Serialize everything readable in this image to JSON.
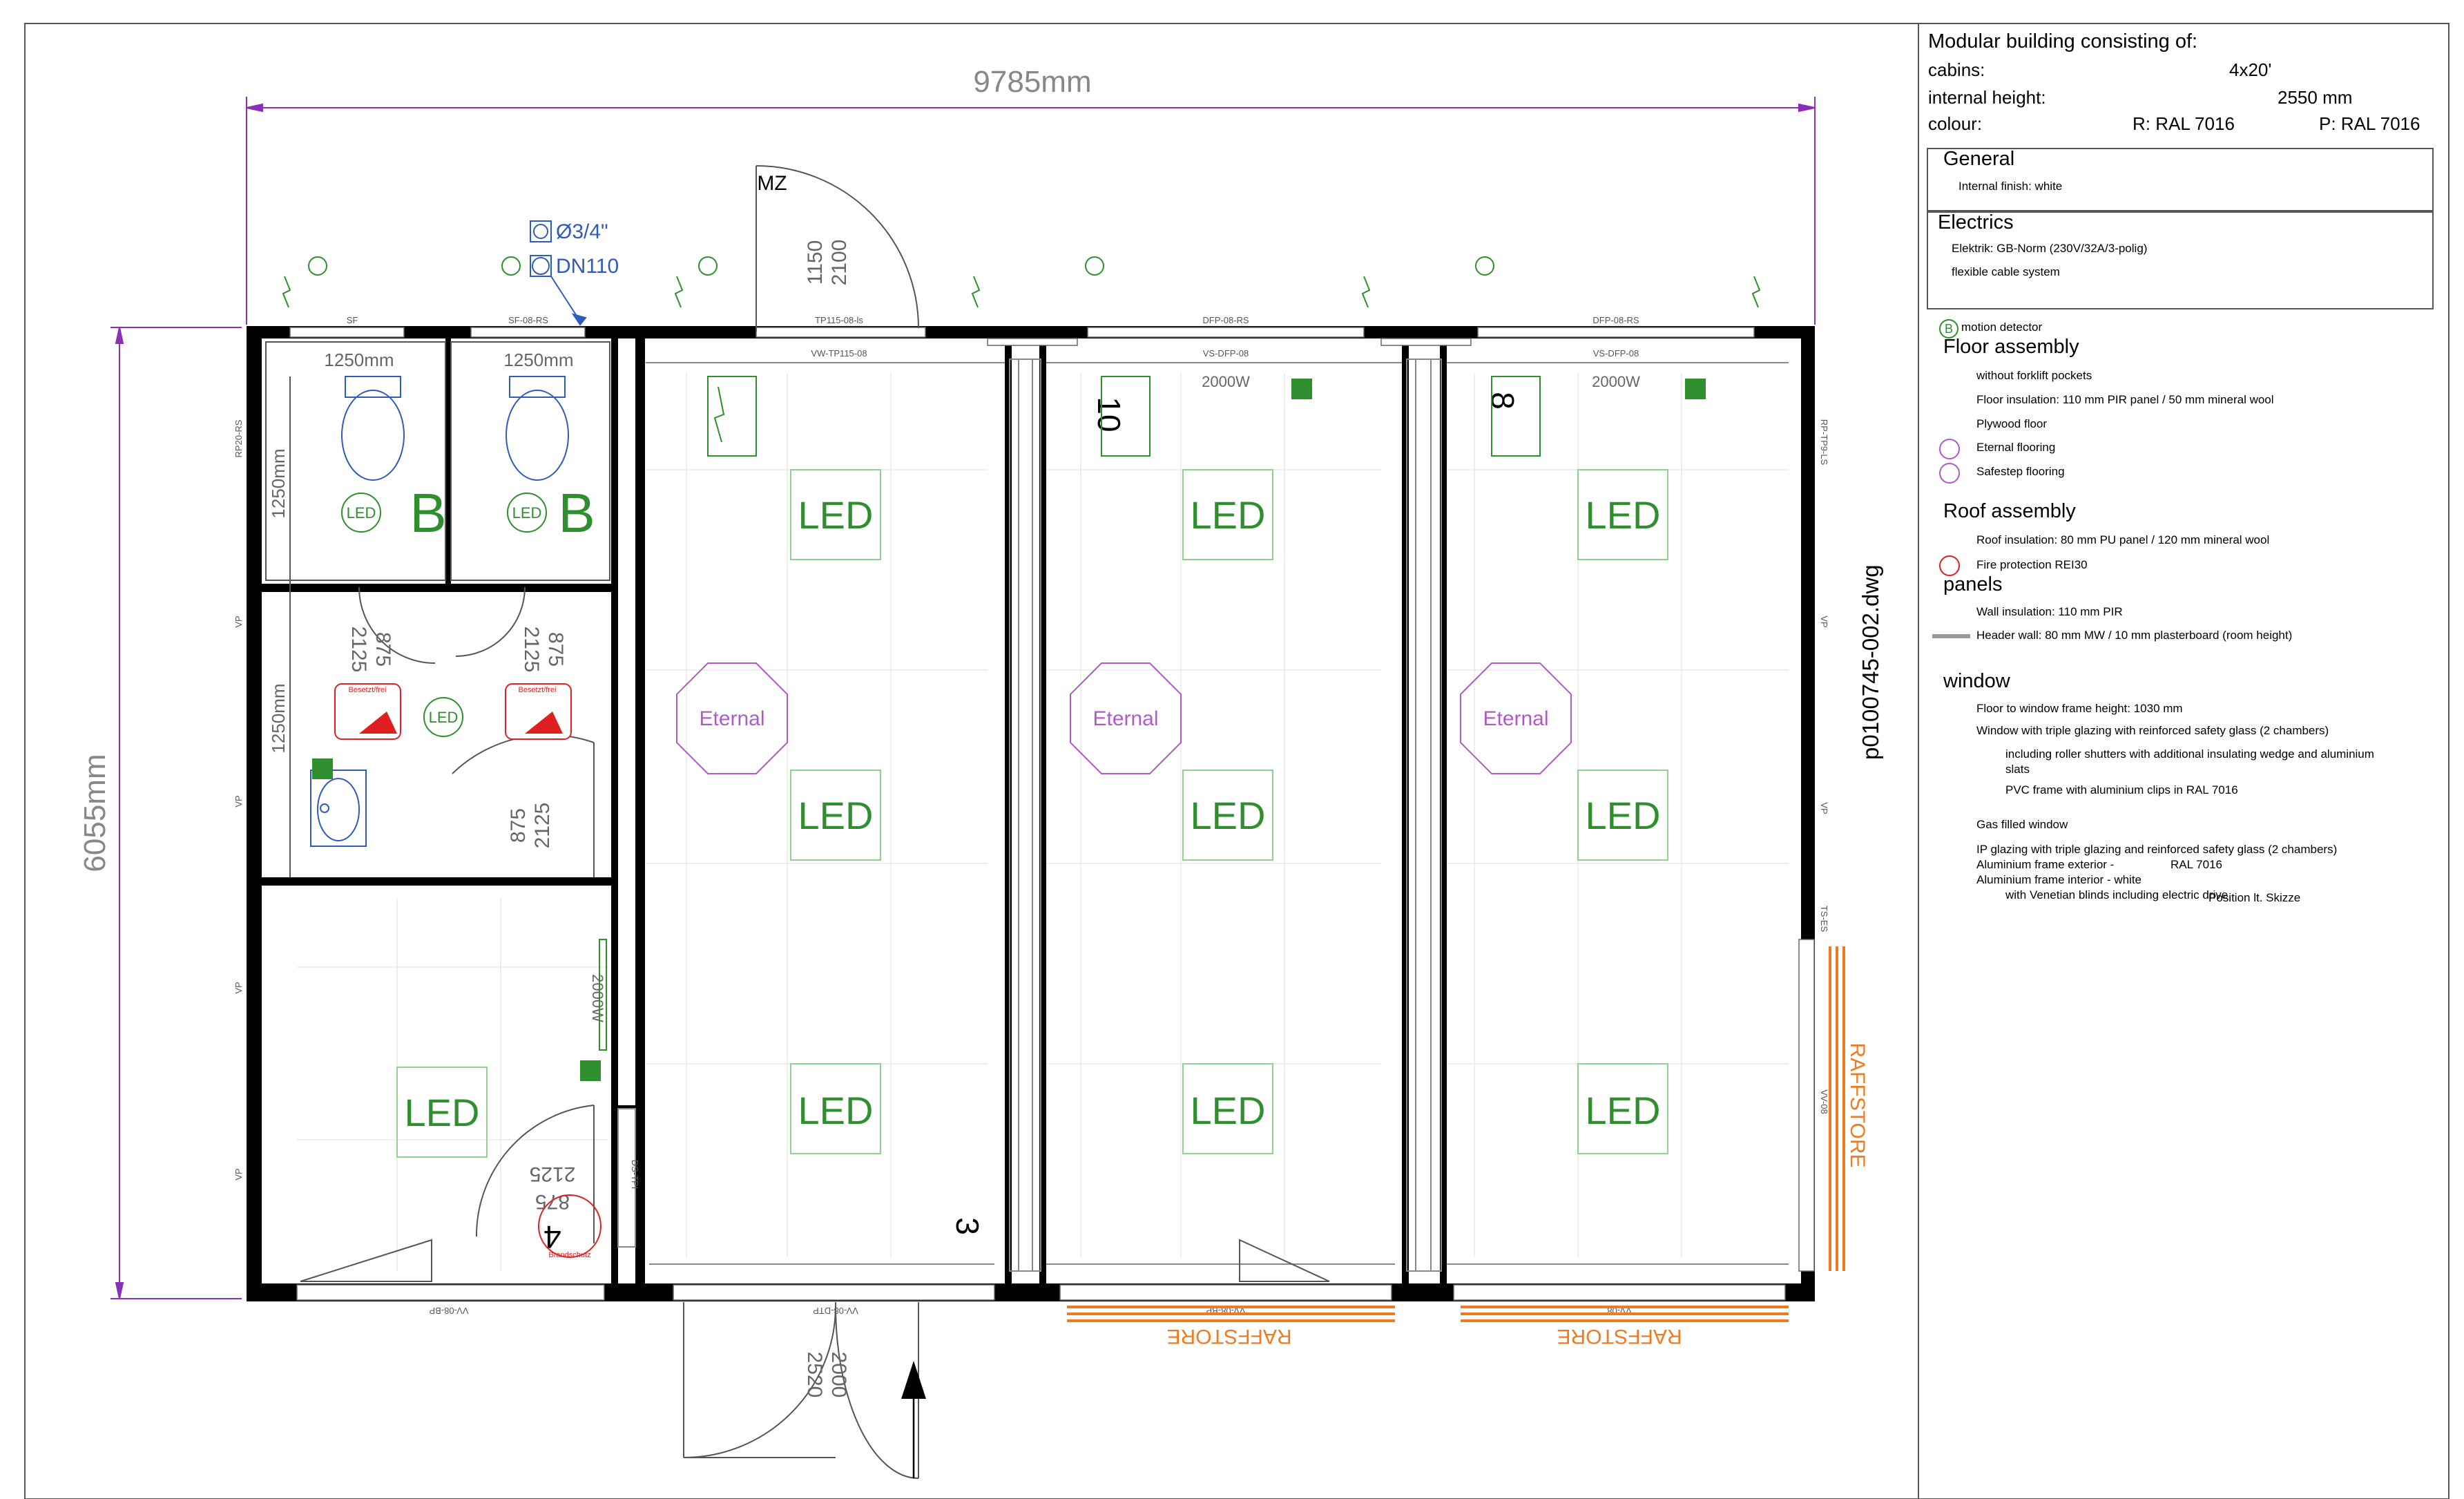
{
  "drawing": {
    "dims": {
      "width": "9785mm",
      "height": "6055mm"
    },
    "file_name": "p0100745-002.dwg",
    "door_label": "MZ",
    "pipe_labels": [
      "Ø3/4\"",
      "DN110"
    ],
    "room_numbers": [
      "3",
      "4",
      "10",
      "8"
    ],
    "tag_B": "B",
    "tag_led": "LED",
    "eternal": "Eternal",
    "raffstore": "RAFFSTORE",
    "wc_width": "1250mm",
    "wc_depth": "1250mm",
    "heater": "2000W",
    "door_dims": {
      "w": "875",
      "h": "2125",
      "entry_w": "1150",
      "entry_h": "2100",
      "main_w": "2520",
      "main_h": "2000"
    },
    "desig": {
      "sf": "SF",
      "sf08": "SF-08-RS",
      "tp115": "TP115-08-ls",
      "vw": "VW-TP115-08",
      "dfp08": "DFP-08-RS",
      "vs_dfp": "VS-DFP-08",
      "vp": "VP",
      "rp20": "RP20-RS",
      "rp_right": "RP-TP9-LS",
      "vv08bp": "VV-08-BP",
      "vv08dtp": "VV-08-DTP",
      "vv08": "VV-08",
      "ds": "DS-TPI",
      "ts": "TS-ES",
      "sign": "Besetzt/frei",
      "fire": "Brandschutz"
    }
  },
  "legend": {
    "title": "Modular building consisting of:",
    "rows": [
      {
        "label": "cabins:",
        "value": "4x20'"
      },
      {
        "label": "internal height:",
        "value": "2550 mm"
      },
      {
        "label": "colour:",
        "value": "R: RAL  7016",
        "value2": "P: RAL  7016"
      }
    ],
    "general": {
      "heading": "General",
      "items": [
        "Internal finish: white"
      ]
    },
    "electrics": {
      "heading": "Electrics",
      "items": [
        "Elektrik: GB-Norm (230V/32A/3-polig)",
        "flexible cable system"
      ]
    },
    "motion": "motion detector",
    "floor": {
      "heading": "Floor assembly",
      "items": [
        "without forklift pockets",
        "Floor insulation: 110 mm PIR panel / 50 mm mineral wool",
        "Plywood floor"
      ],
      "eternal": "Eternal flooring",
      "safestep": "Safestep flooring"
    },
    "roof": {
      "heading": "Roof assembly",
      "items": [
        "Roof insulation: 80 mm PU panel / 120 mm mineral wool"
      ],
      "fire": "Fire protection REI30"
    },
    "panels": {
      "heading": "panels",
      "items": [
        "Wall insulation: 110 mm PIR",
        "Header wall: 80 mm MW / 10 mm plasterboard (room height)"
      ]
    },
    "window": {
      "heading": "window",
      "items": [
        "Floor to window frame height: 1030 mm",
        "Window with triple glazing with reinforced safety glass (2 chambers)",
        "including roller shutters with additional insulating wedge and aluminium",
        "slats",
        "PVC frame with aluminium clips in RAL 7016",
        "Gas filled window",
        "IP glazing with triple glazing and reinforced safety glass (2 chambers)",
        "Aluminium frame exterior -",
        "RAL 7016",
        "Aluminium frame interior - white",
        "with Venetian blinds including electric drive",
        "Position lt. Skizze"
      ]
    }
  }
}
